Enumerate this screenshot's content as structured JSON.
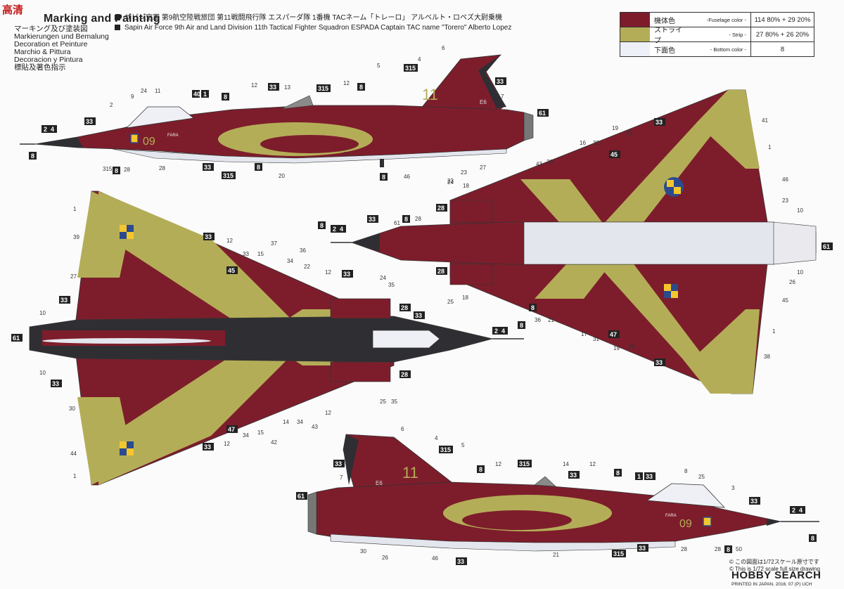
{
  "header": {
    "watermark": "高清",
    "title": "Marking and Painting",
    "subtitles": [
      "マーキング及び塗装図",
      "Markierungen und Bemalung",
      "Decoration et Peinture",
      "Marchio & Pittura",
      "Decoracion y Pintura",
      "標貼及著色指示"
    ],
    "description_jp": "サピン空軍 第9航空陸戦旅団 第11戦闘飛行隊 エスパーダ隊 1番機 TACネーム「トレーロ」 アルベルト・ロペズ大尉乗機",
    "description_en": "Sapin Air Force 9th Air and Land Division 11th Tactical Fighter Squadron ESPADA Captain TAC name \"Torero\" Alberto Lopez"
  },
  "legend": [
    {
      "name": "機体色",
      "sub": "-Fuselage color -",
      "color": "#7d1d2b",
      "code": "114 80% + 29 20%"
    },
    {
      "name": "ストライプ",
      "sub": "- Strip -",
      "color": "#b4ad58",
      "code": "27 80% + 26 20%"
    },
    {
      "name": "下面色",
      "sub": "- Bottom color -",
      "color": "#eef0f7",
      "code": "8"
    }
  ],
  "colors": {
    "fuselage": "#7d1d2b",
    "stripe": "#b4ad58",
    "bottom": "#e4e6ee",
    "dark": "#2f2f33"
  },
  "aircraft_markings": {
    "tail_number": "11",
    "nose_number": "09",
    "tail_code": "E6",
    "nose_text": "FARA"
  },
  "callouts": [
    "1",
    "2",
    "3",
    "4",
    "5",
    "6",
    "7",
    "8",
    "9",
    "10",
    "11",
    "12",
    "13",
    "14",
    "15",
    "16",
    "17",
    "18",
    "19",
    "20",
    "21",
    "22",
    "23",
    "24",
    "25",
    "26",
    "27",
    "28",
    "29",
    "30",
    "31",
    "32",
    "33",
    "34",
    "35",
    "36",
    "37",
    "38",
    "39",
    "40",
    "41",
    "42",
    "43",
    "44",
    "45",
    "46",
    "47",
    "50",
    "61",
    "315"
  ],
  "footer": {
    "scale_jp": "この図面は1/72スケール原寸です",
    "scale_en": "This is 1/72 scale full size drawing",
    "logo": "HOBBY SEARCH",
    "copyright": "PRINTED IN JAPAN. 2016. 07 (P) UCH"
  }
}
